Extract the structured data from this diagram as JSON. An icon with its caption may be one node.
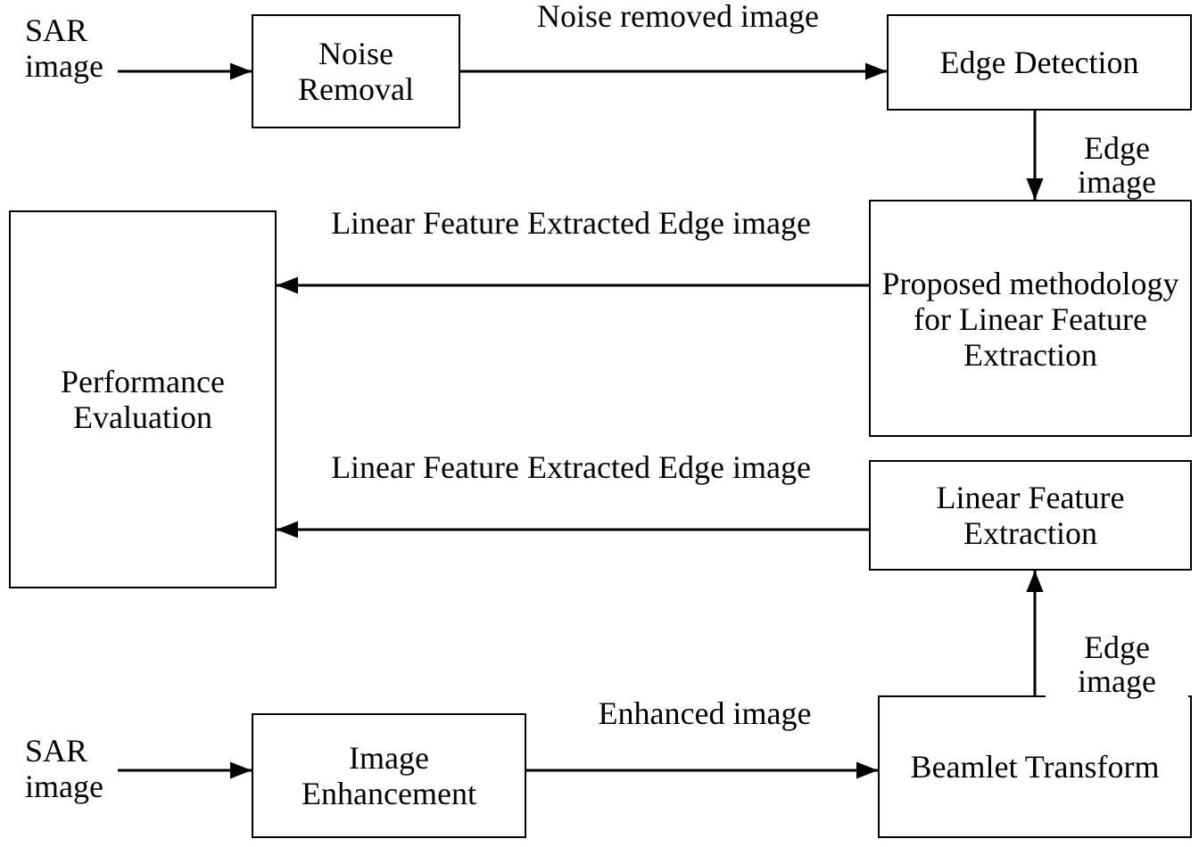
{
  "diagram": {
    "nodes": [
      {
        "text": [
          "SAR image"
        ]
      },
      {
        "text": [
          "Noise Removal"
        ]
      },
      {
        "text": [
          "Edge Detection"
        ]
      },
      {
        "text": [
          "Proposed methodology for Linear Feature Extraction"
        ]
      },
      {
        "text": [
          "Performance Evaluation"
        ]
      },
      {
        "text": [
          "Linear Feature Extraction"
        ]
      },
      {
        "text": [
          "SAR image"
        ]
      },
      {
        "text": [
          "Image Enhancement"
        ]
      },
      {
        "text": [
          "Beamlet Transform"
        ]
      }
    ],
    "edges": [
      {
        "from": 0,
        "to": 1,
        "arrow": "to"
      },
      {
        "from": 1,
        "to": 2,
        "arrow": "to",
        "label": "Noise removed image"
      },
      {
        "from": 2,
        "to": 3,
        "arrow": "to",
        "label": "Edge image"
      },
      {
        "from": 3,
        "to": 4,
        "arrow": "to",
        "label": "Linear Feature Extracted Edge image"
      },
      {
        "from": 5,
        "to": 4,
        "arrow": "to",
        "label": "Linear Feature Extracted Edge image"
      },
      {
        "from": 6,
        "to": 7,
        "arrow": "to"
      },
      {
        "from": 7,
        "to": 8,
        "arrow": "to",
        "label": "Enhanced image"
      },
      {
        "from": 8,
        "to": 5,
        "arrow": "to",
        "label": "Edge image"
      }
    ]
  }
}
